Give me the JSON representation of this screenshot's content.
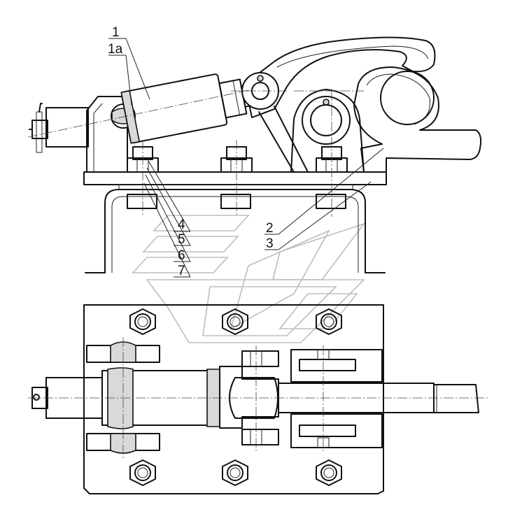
{
  "callouts": {
    "c1": "1",
    "c1a": "1a",
    "c2": "2",
    "c3": "3",
    "c4": "4",
    "c5": "5",
    "c6": "6",
    "c7": "7"
  },
  "colors": {
    "line": "#111111",
    "hatch": "#d9d9d9",
    "watermark": "#bdbdbd",
    "background": "#ffffff"
  }
}
